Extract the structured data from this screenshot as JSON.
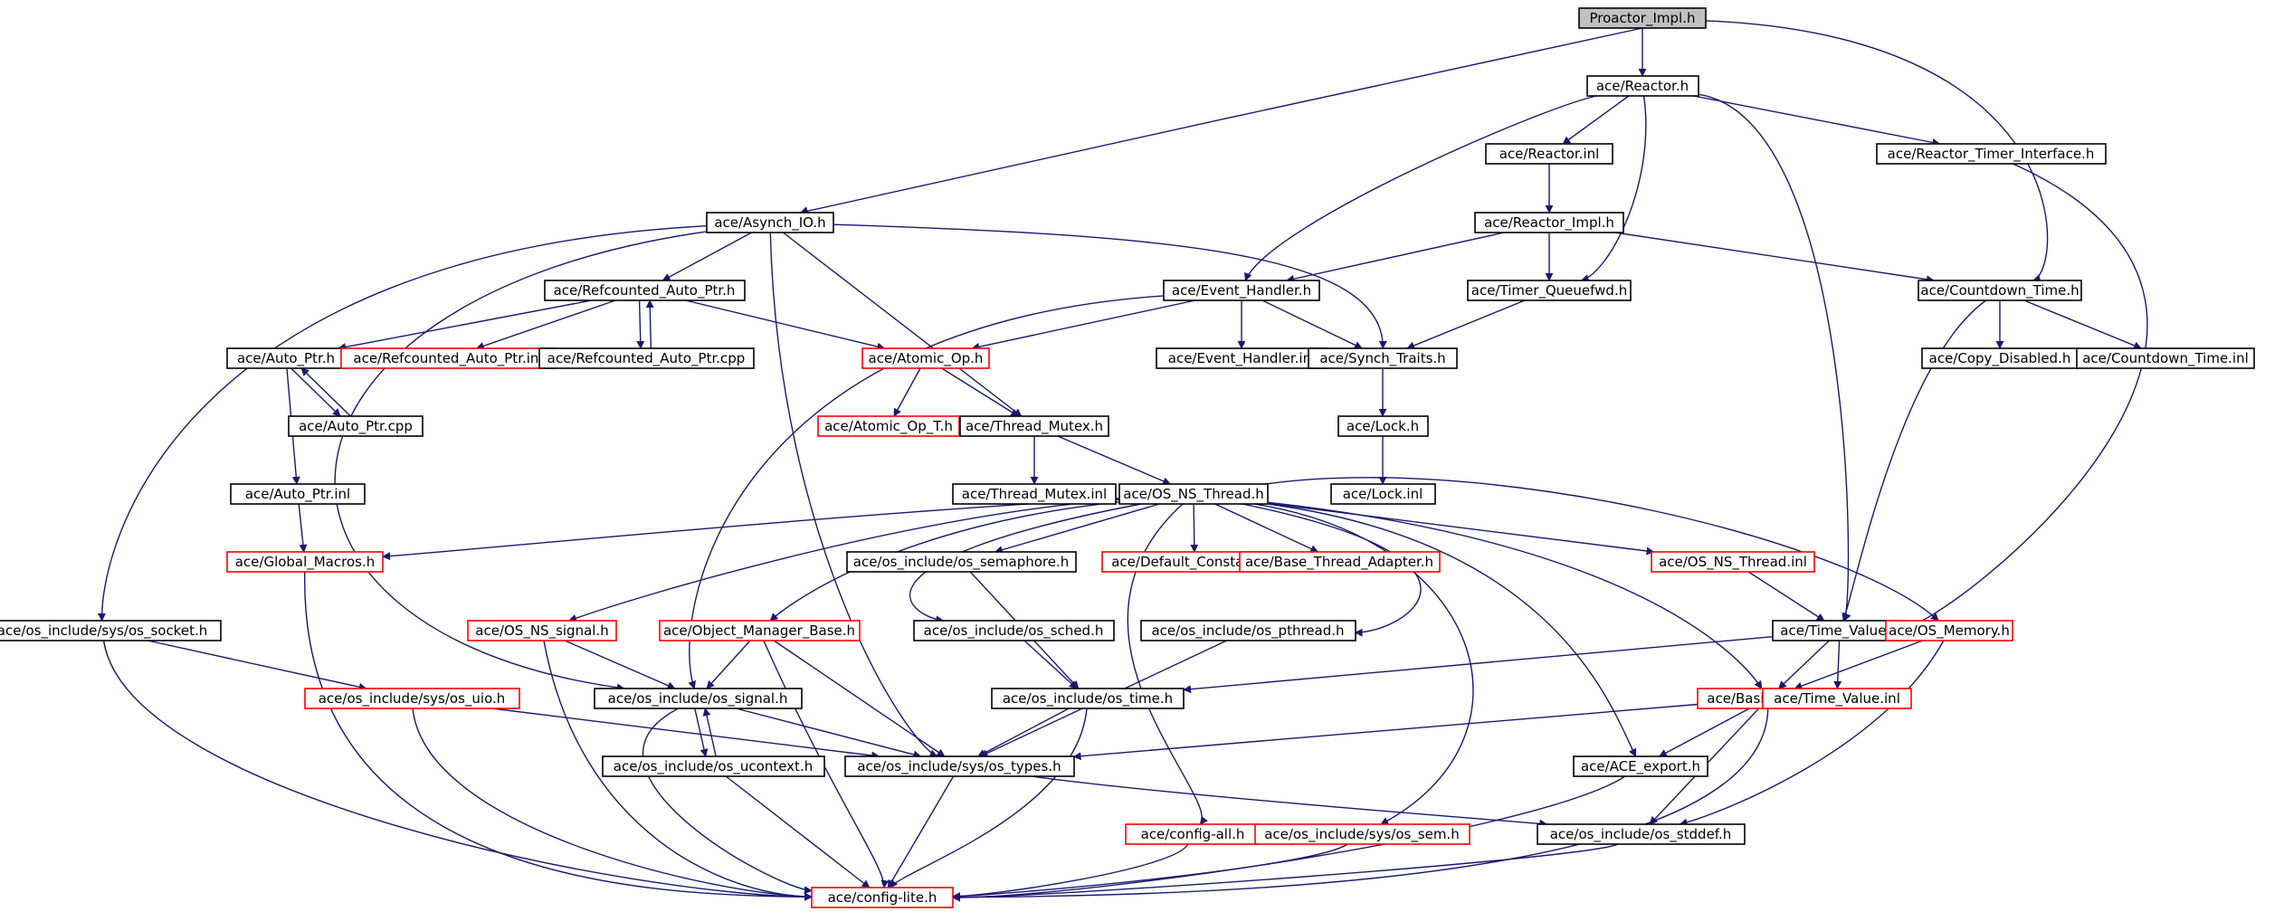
{
  "graph": {
    "colors": {
      "edge": "#191970",
      "node_border": "#000000",
      "truncated_border": "#ff0000",
      "root_fill": "#c0c0c0",
      "background": "#ffffff"
    },
    "nodes": [
      {
        "id": "proactor_impl",
        "label": "Proactor_Impl.h",
        "root": true
      },
      {
        "id": "reactor",
        "label": "ace/Reactor.h"
      },
      {
        "id": "reactor_inl",
        "label": "ace/Reactor.inl"
      },
      {
        "id": "reactor_timer_interface",
        "label": "ace/Reactor_Timer_Interface.h"
      },
      {
        "id": "asynch_io",
        "label": "ace/Asynch_IO.h"
      },
      {
        "id": "reactor_impl",
        "label": "ace/Reactor_Impl.h"
      },
      {
        "id": "refcounted_auto_ptr",
        "label": "ace/Refcounted_Auto_Ptr.h"
      },
      {
        "id": "event_handler",
        "label": "ace/Event_Handler.h"
      },
      {
        "id": "timer_queuefwd",
        "label": "ace/Timer_Queuefwd.h"
      },
      {
        "id": "countdown_time",
        "label": "ace/Countdown_Time.h"
      },
      {
        "id": "auto_ptr",
        "label": "ace/Auto_Ptr.h"
      },
      {
        "id": "refcounted_auto_ptr_inl",
        "label": "ace/Refcounted_Auto_Ptr.inl",
        "truncated": true
      },
      {
        "id": "refcounted_auto_ptr_cpp",
        "label": "ace/Refcounted_Auto_Ptr.cpp"
      },
      {
        "id": "atomic_op",
        "label": "ace/Atomic_Op.h",
        "truncated": true
      },
      {
        "id": "event_handler_inl",
        "label": "ace/Event_Handler.inl"
      },
      {
        "id": "synch_traits",
        "label": "ace/Synch_Traits.h"
      },
      {
        "id": "copy_disabled",
        "label": "ace/Copy_Disabled.h"
      },
      {
        "id": "countdown_time_inl",
        "label": "ace/Countdown_Time.inl"
      },
      {
        "id": "auto_ptr_cpp",
        "label": "ace/Auto_Ptr.cpp"
      },
      {
        "id": "atomic_op_t",
        "label": "ace/Atomic_Op_T.h",
        "truncated": true
      },
      {
        "id": "thread_mutex",
        "label": "ace/Thread_Mutex.h"
      },
      {
        "id": "lock",
        "label": "ace/Lock.h"
      },
      {
        "id": "auto_ptr_inl",
        "label": "ace/Auto_Ptr.inl"
      },
      {
        "id": "thread_mutex_inl",
        "label": "ace/Thread_Mutex.inl"
      },
      {
        "id": "os_ns_thread",
        "label": "ace/OS_NS_Thread.h"
      },
      {
        "id": "lock_inl",
        "label": "ace/Lock.inl"
      },
      {
        "id": "global_macros",
        "label": "ace/Global_Macros.h",
        "truncated": true
      },
      {
        "id": "os_semaphore",
        "label": "ace/os_include/os_semaphore.h"
      },
      {
        "id": "default_constants",
        "label": "ace/Default_Constants.h",
        "truncated": true
      },
      {
        "id": "base_thread_adapter",
        "label": "ace/Base_Thread_Adapter.h",
        "truncated": true
      },
      {
        "id": "os_ns_thread_inl",
        "label": "ace/OS_NS_Thread.inl",
        "truncated": true
      },
      {
        "id": "os_socket",
        "label": "ace/os_include/sys/os_socket.h"
      },
      {
        "id": "os_ns_signal",
        "label": "ace/OS_NS_signal.h",
        "truncated": true
      },
      {
        "id": "object_manager_base",
        "label": "ace/Object_Manager_Base.h",
        "truncated": true
      },
      {
        "id": "os_sched",
        "label": "ace/os_include/os_sched.h"
      },
      {
        "id": "os_pthread",
        "label": "ace/os_include/os_pthread.h"
      },
      {
        "id": "time_value",
        "label": "ace/Time_Value.h"
      },
      {
        "id": "os_memory",
        "label": "ace/OS_Memory.h",
        "truncated": true
      },
      {
        "id": "os_uio",
        "label": "ace/os_include/sys/os_uio.h",
        "truncated": true
      },
      {
        "id": "os_signal",
        "label": "ace/os_include/os_signal.h"
      },
      {
        "id": "os_time",
        "label": "ace/os_include/os_time.h"
      },
      {
        "id": "basic_types",
        "label": "ace/Basic_Types.h",
        "truncated": true
      },
      {
        "id": "time_value_inl",
        "label": "ace/Time_Value.inl",
        "truncated": true
      },
      {
        "id": "os_ucontext",
        "label": "ace/os_include/os_ucontext.h"
      },
      {
        "id": "os_types",
        "label": "ace/os_include/sys/os_types.h"
      },
      {
        "id": "ace_export",
        "label": "ace/ACE_export.h"
      },
      {
        "id": "config_all",
        "label": "ace/config-all.h",
        "truncated": true
      },
      {
        "id": "os_sem",
        "label": "ace/os_include/sys/os_sem.h",
        "truncated": true
      },
      {
        "id": "os_stddef",
        "label": "ace/os_include/os_stddef.h"
      },
      {
        "id": "config_lite",
        "label": "ace/config-lite.h",
        "truncated": true
      }
    ],
    "edges": [
      [
        "proactor_impl",
        "reactor"
      ],
      [
        "proactor_impl",
        "asynch_io"
      ],
      [
        "proactor_impl",
        "countdown_time"
      ],
      [
        "reactor",
        "reactor_inl"
      ],
      [
        "reactor",
        "reactor_timer_interface"
      ],
      [
        "reactor",
        "event_handler"
      ],
      [
        "reactor",
        "timer_queuefwd"
      ],
      [
        "reactor",
        "time_value"
      ],
      [
        "reactor_inl",
        "reactor_impl"
      ],
      [
        "reactor_timer_interface",
        "time_value"
      ],
      [
        "asynch_io",
        "refcounted_auto_ptr"
      ],
      [
        "asynch_io",
        "thread_mutex"
      ],
      [
        "asynch_io",
        "synch_traits"
      ],
      [
        "asynch_io",
        "os_socket"
      ],
      [
        "asynch_io",
        "os_signal"
      ],
      [
        "asynch_io",
        "os_types"
      ],
      [
        "reactor_impl",
        "event_handler"
      ],
      [
        "reactor_impl",
        "timer_queuefwd"
      ],
      [
        "reactor_impl",
        "countdown_time"
      ],
      [
        "refcounted_auto_ptr",
        "auto_ptr"
      ],
      [
        "refcounted_auto_ptr",
        "refcounted_auto_ptr_inl"
      ],
      [
        "refcounted_auto_ptr",
        "refcounted_auto_ptr_cpp"
      ],
      [
        "refcounted_auto_ptr_cpp",
        "refcounted_auto_ptr"
      ],
      [
        "refcounted_auto_ptr",
        "atomic_op"
      ],
      [
        "event_handler",
        "atomic_op"
      ],
      [
        "event_handler",
        "event_handler_inl"
      ],
      [
        "event_handler",
        "synch_traits"
      ],
      [
        "event_handler",
        "os_signal"
      ],
      [
        "timer_queuefwd",
        "synch_traits"
      ],
      [
        "countdown_time",
        "copy_disabled"
      ],
      [
        "countdown_time",
        "countdown_time_inl"
      ],
      [
        "countdown_time",
        "time_value"
      ],
      [
        "auto_ptr",
        "auto_ptr_cpp"
      ],
      [
        "auto_ptr_cpp",
        "auto_ptr"
      ],
      [
        "auto_ptr",
        "auto_ptr_inl"
      ],
      [
        "atomic_op",
        "atomic_op_t"
      ],
      [
        "atomic_op",
        "thread_mutex"
      ],
      [
        "synch_traits",
        "lock"
      ],
      [
        "lock",
        "lock_inl"
      ],
      [
        "thread_mutex",
        "thread_mutex_inl"
      ],
      [
        "thread_mutex",
        "os_ns_thread"
      ],
      [
        "auto_ptr_inl",
        "global_macros"
      ],
      [
        "os_ns_thread",
        "global_macros"
      ],
      [
        "os_ns_thread",
        "os_semaphore"
      ],
      [
        "os_ns_thread",
        "default_constants"
      ],
      [
        "os_ns_thread",
        "base_thread_adapter"
      ],
      [
        "os_ns_thread",
        "os_ns_thread_inl"
      ],
      [
        "os_ns_thread",
        "os_ns_signal"
      ],
      [
        "os_ns_thread",
        "object_manager_base"
      ],
      [
        "os_ns_thread",
        "os_sched"
      ],
      [
        "os_ns_thread",
        "os_pthread"
      ],
      [
        "os_ns_thread",
        "os_memory"
      ],
      [
        "os_ns_thread",
        "config_all"
      ],
      [
        "os_ns_thread",
        "os_sem"
      ],
      [
        "os_ns_thread",
        "ace_export"
      ],
      [
        "os_ns_thread",
        "basic_types"
      ],
      [
        "global_macros",
        "config_lite"
      ],
      [
        "os_semaphore",
        "os_time"
      ],
      [
        "os_ns_thread_inl",
        "time_value"
      ],
      [
        "os_socket",
        "os_uio"
      ],
      [
        "os_socket",
        "config_lite"
      ],
      [
        "os_ns_signal",
        "os_signal"
      ],
      [
        "os_ns_signal",
        "config_lite"
      ],
      [
        "object_manager_base",
        "os_signal"
      ],
      [
        "object_manager_base",
        "os_types"
      ],
      [
        "object_manager_base",
        "config_lite"
      ],
      [
        "os_sched",
        "os_time"
      ],
      [
        "os_pthread",
        "os_types"
      ],
      [
        "time_value",
        "os_time"
      ],
      [
        "time_value",
        "basic_types"
      ],
      [
        "time_value",
        "time_value_inl"
      ],
      [
        "os_memory",
        "basic_types"
      ],
      [
        "os_memory",
        "os_stddef"
      ],
      [
        "os_uio",
        "os_types"
      ],
      [
        "os_uio",
        "config_lite"
      ],
      [
        "os_signal",
        "os_ucontext"
      ],
      [
        "os_ucontext",
        "os_signal"
      ],
      [
        "os_signal",
        "os_types"
      ],
      [
        "os_signal",
        "config_lite"
      ],
      [
        "os_time",
        "os_types"
      ],
      [
        "os_time",
        "config_lite"
      ],
      [
        "basic_types",
        "ace_export"
      ],
      [
        "basic_types",
        "os_stddef"
      ],
      [
        "basic_types",
        "os_types"
      ],
      [
        "basic_types",
        "config_lite"
      ],
      [
        "os_ucontext",
        "config_lite"
      ],
      [
        "os_types",
        "os_stddef"
      ],
      [
        "os_types",
        "config_lite"
      ],
      [
        "ace_export",
        "config_lite"
      ],
      [
        "config_all",
        "config_lite"
      ],
      [
        "os_sem",
        "config_lite"
      ],
      [
        "os_stddef",
        "config_lite"
      ]
    ]
  }
}
